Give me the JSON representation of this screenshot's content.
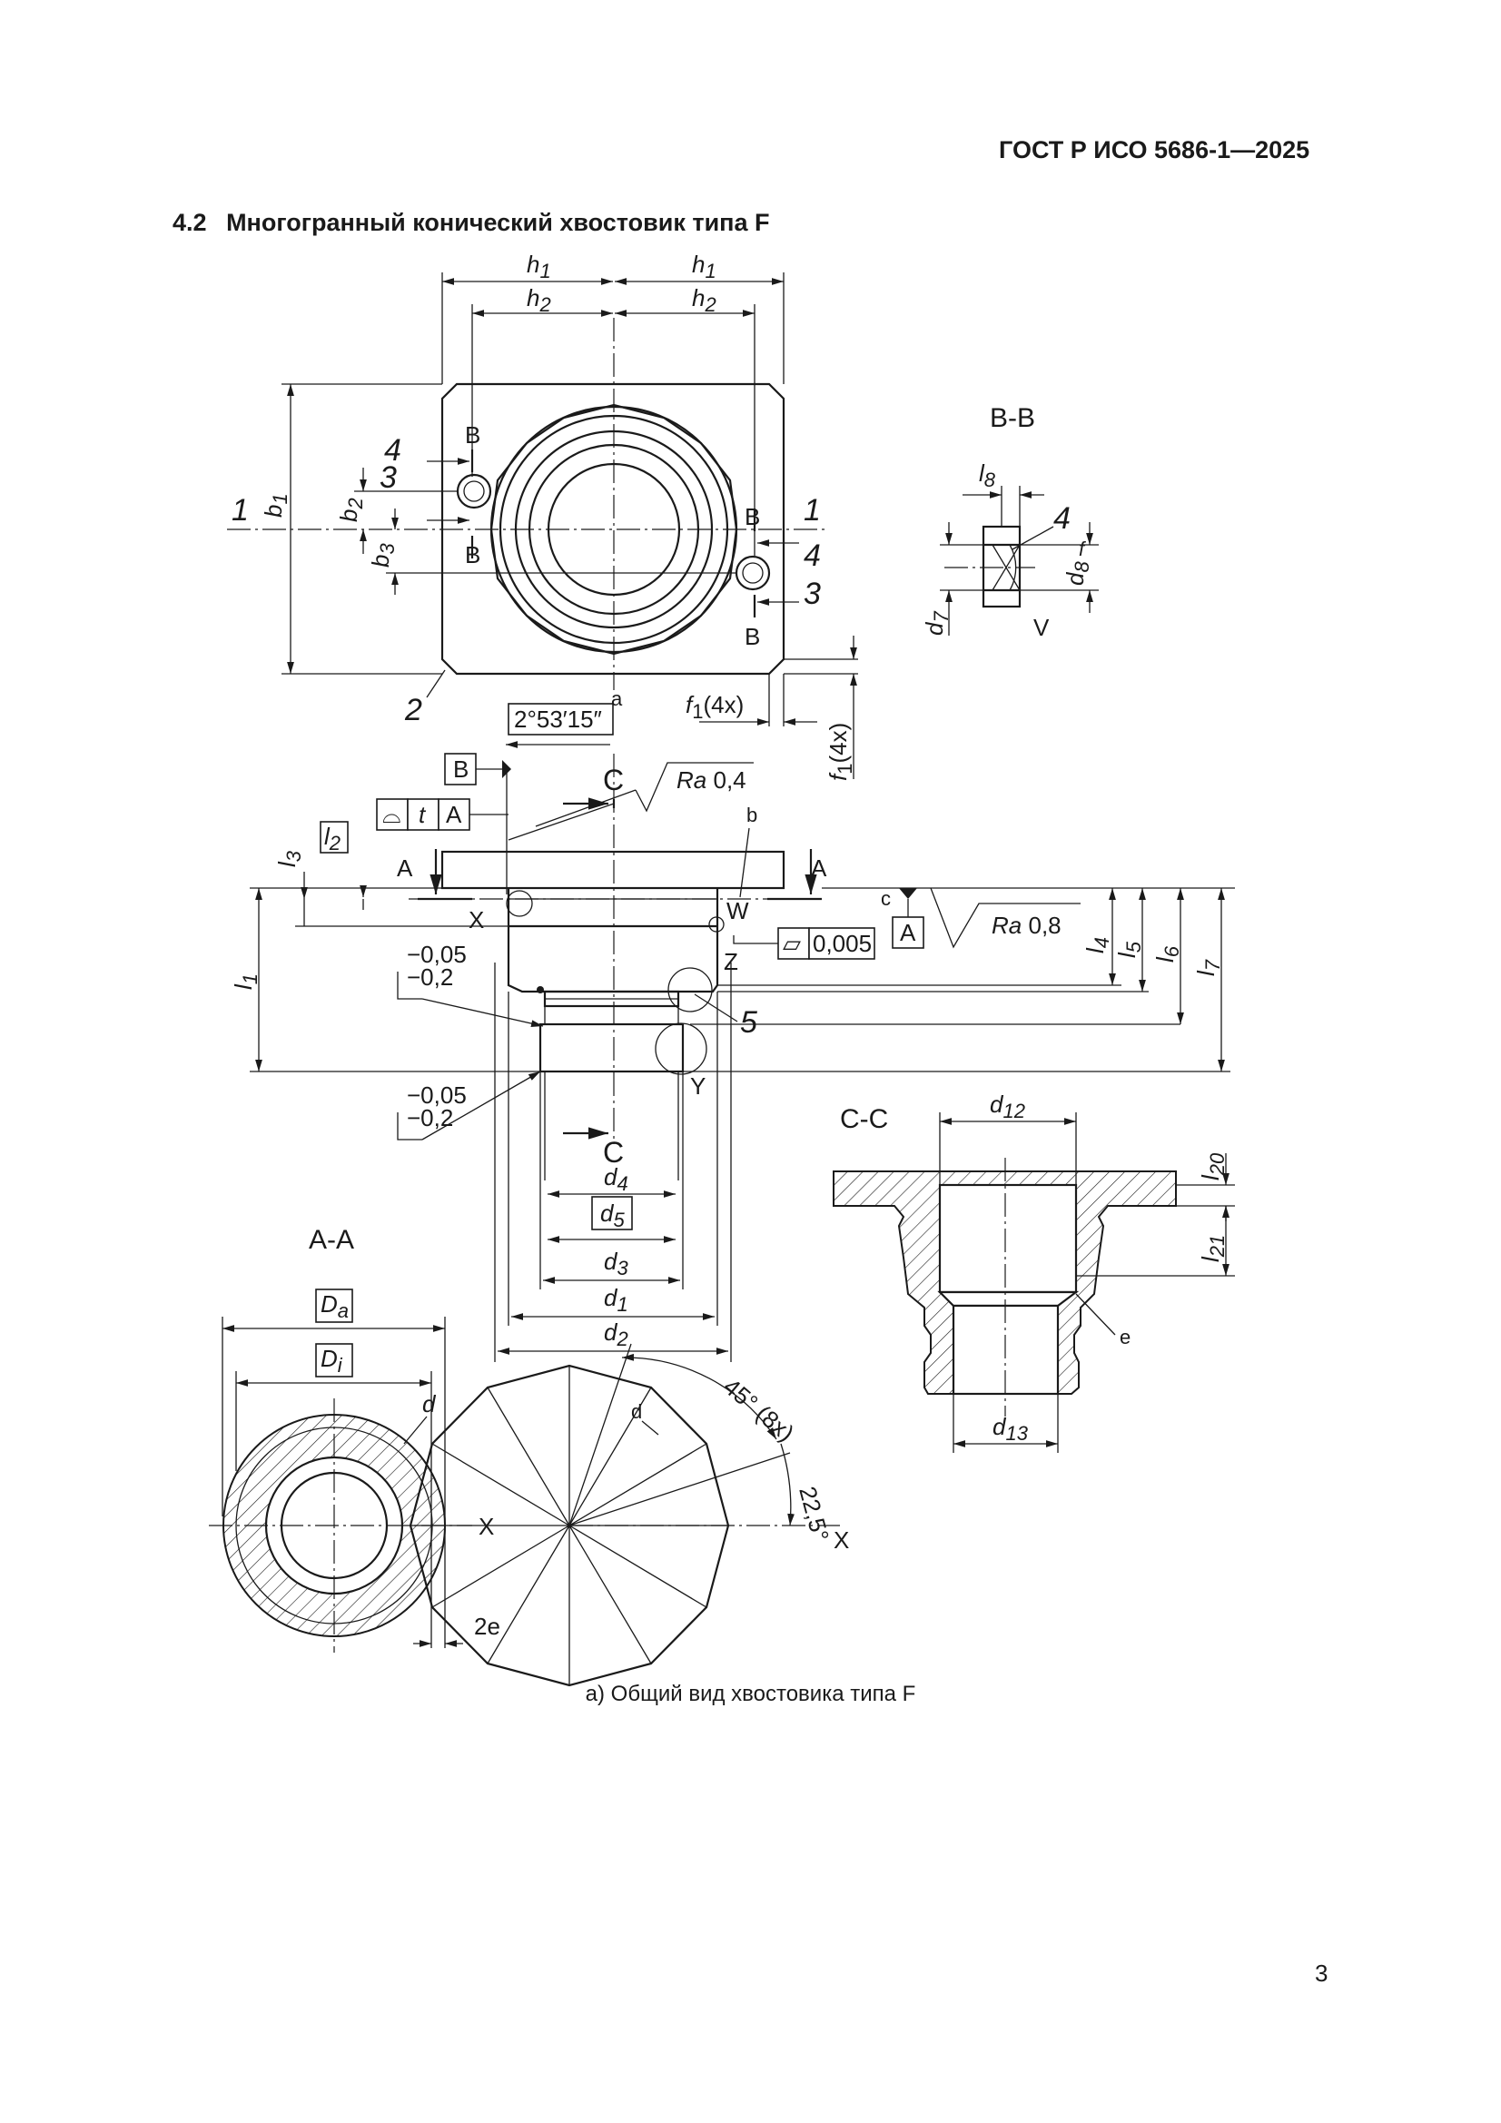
{
  "header": {
    "standard": "ГОСТ Р ИСО 5686-1—2025"
  },
  "section": {
    "number": "4.2",
    "title": "Многогранный конический хвостовик типа F"
  },
  "figure": {
    "dims": {
      "h1": "h",
      "h1s": "1",
      "h2": "h",
      "h2s": "2",
      "b1": "b",
      "b1s": "1",
      "b2": "b",
      "b2s": "2",
      "b3": "b",
      "b3s": "3",
      "l1": "l",
      "l1s": "1",
      "l2": "l",
      "l2s": "2",
      "l3": "l",
      "l3s": "3",
      "l4": "l",
      "l4s": "4",
      "l5": "l",
      "l5s": "5",
      "l6": "l",
      "l6s": "6",
      "l7": "l",
      "l7s": "7",
      "l8": "l",
      "l8s": "8",
      "l20": "l",
      "l20s": "20",
      "l21": "l",
      "l21s": "21",
      "d1": "d",
      "d1s": "1",
      "d2": "d",
      "d2s": "2",
      "d3": "d",
      "d3s": "3",
      "d4": "d",
      "d4s": "4",
      "d5": "d",
      "d5s": "5",
      "d7": "d",
      "d7s": "7",
      "d8": "d",
      "d8s": "8",
      "d12": "d",
      "d12s": "12",
      "d13": "d",
      "d13s": "13",
      "f1a": "f",
      "f1as": "1",
      "f1a_tail": "(4x)",
      "Da": "D",
      "Das": "a",
      "Di": "D",
      "Dis": "i",
      "d_plain": "d",
      "two_e": "2e"
    },
    "views": {
      "bb": "B-B",
      "aa": "A-A",
      "cc": "C-C"
    },
    "section_letters": {
      "B": "B",
      "A": "A",
      "C": "C"
    },
    "point_labels": {
      "X": "X",
      "W": "W",
      "Z": "Z",
      "Y": "Y",
      "V": "V"
    },
    "item_numbers": {
      "n1": "1",
      "n2": "2",
      "n3": "3",
      "n4": "4",
      "n5": "5"
    },
    "notes": {
      "a": "a",
      "b": "b",
      "c": "c",
      "d": "d",
      "e": "e",
      "f": "f"
    },
    "callouts": {
      "angle": "2°53′15″",
      "datum_B": "B",
      "datum_A": "A",
      "profile_sym": "⌓",
      "tol_t": "t",
      "ra1": "Ra",
      "ra1_val": "0,4",
      "ra2": "Ra",
      "ra2_val": "0,8",
      "flat_sym": "▱",
      "flat_val": "0,005",
      "tol_upper": "−0,05",
      "tol_lower": "−0,2",
      "ang45": "45° (8x)",
      "ang22": "22,5°"
    }
  },
  "caption": "а) Общий вид хвостовика типа F",
  "page": {
    "number": "3"
  }
}
